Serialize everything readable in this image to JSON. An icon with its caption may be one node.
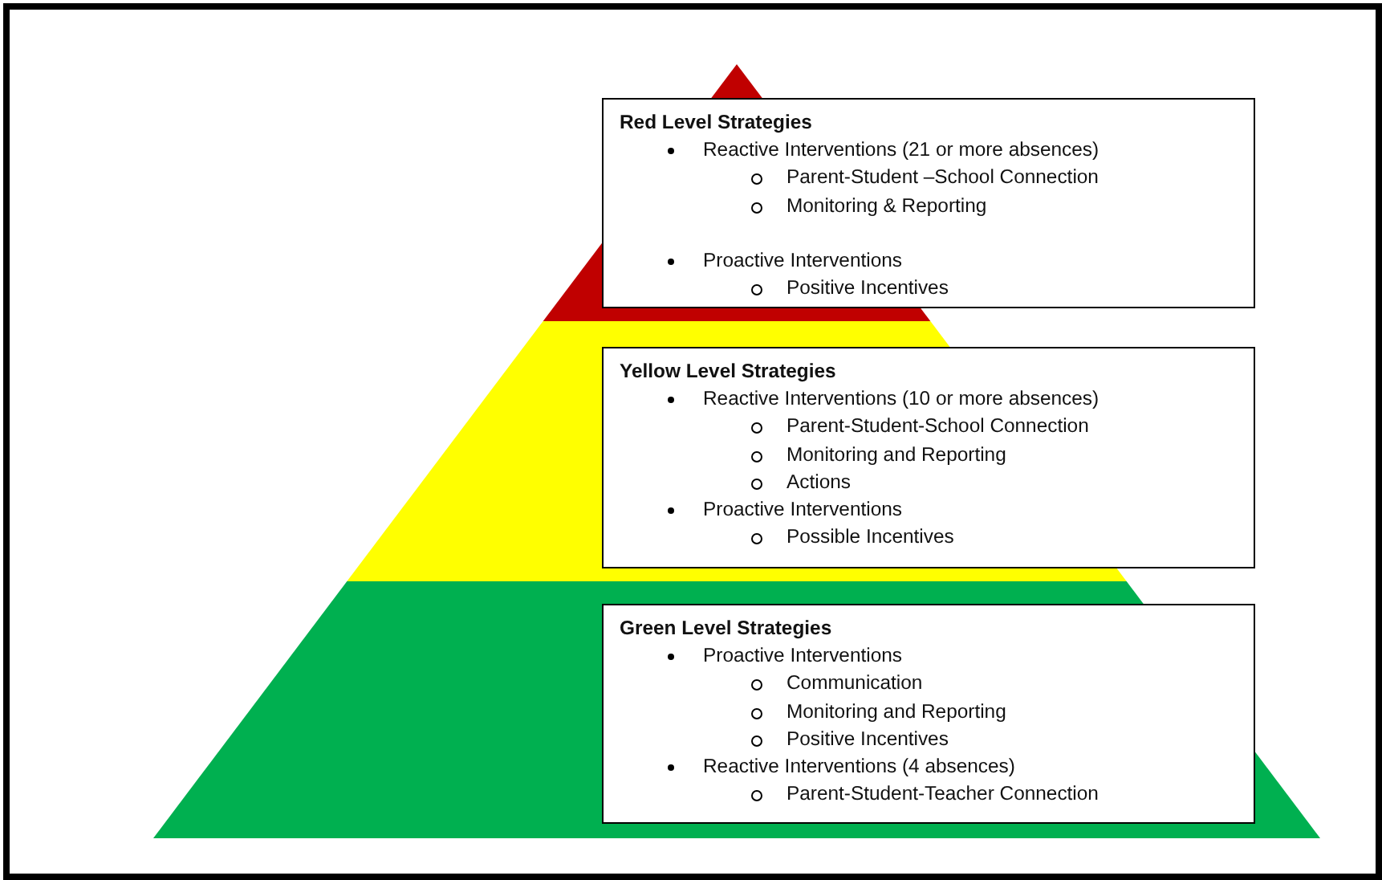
{
  "diagram": {
    "nodes": [
      {
        "text": [
          "Red Level Strategies",
          "Reactive Interventions (21 or more absences)",
          "Parent-Student –School Connection",
          "Monitoring & Reporting",
          "Proactive Interventions",
          "Positive Incentives"
        ]
      },
      {
        "text": [
          "Yellow Level Strategies",
          "Reactive Interventions (10 or more absences)",
          "Parent-Student-School Connection",
          "Monitoring and Reporting",
          "Actions",
          "Proactive Interventions",
          "Possible Incentives"
        ]
      },
      {
        "text": [
          "Green Level Strategies",
          "Proactive Interventions",
          "Communication",
          "Monitoring and Reporting",
          "Positive Incentives",
          "Reactive Interventions (4 absences)",
          "Parent-Student-Teacher Connection"
        ]
      }
    ]
  }
}
